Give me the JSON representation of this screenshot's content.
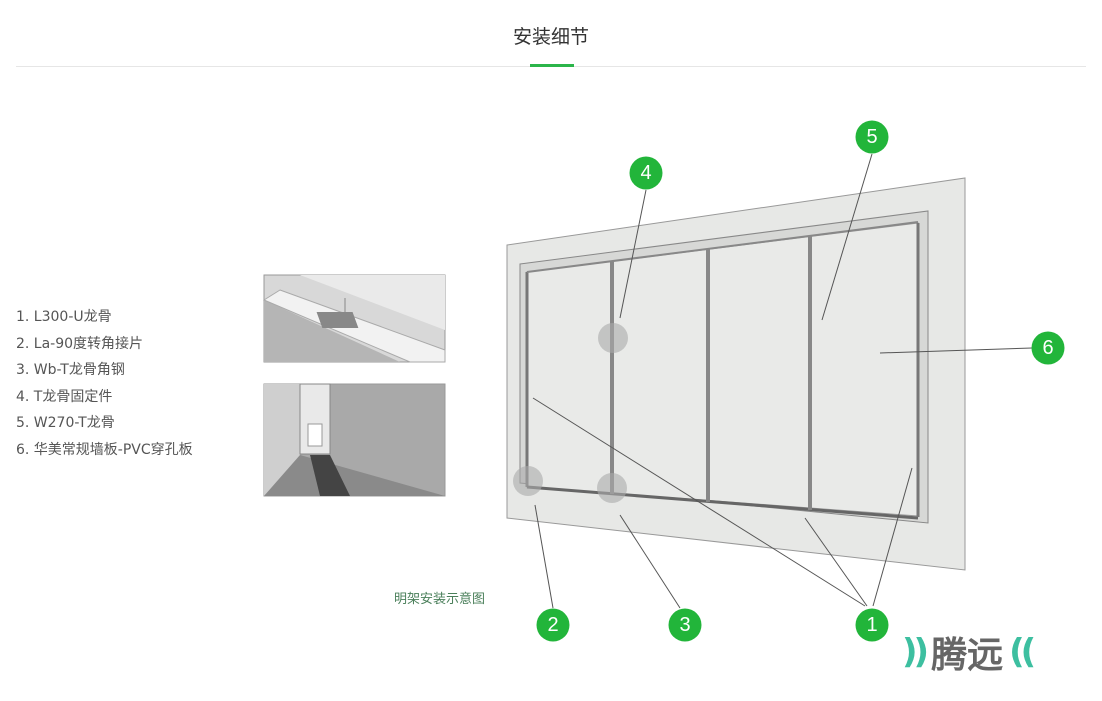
{
  "header": {
    "title": "安装细节"
  },
  "legend": {
    "items": [
      "1.  L300-U龙骨",
      "2.  La-90度转角接片",
      "3. Wb-T龙骨角钢",
      "4.  T龙骨固定件",
      "5. W270-T龙骨",
      "6. 华美常规墙板-PVC穿孔板"
    ]
  },
  "diagram": {
    "caption": "明架安装示意图",
    "markers": [
      "1",
      "2",
      "3",
      "4",
      "5",
      "6"
    ],
    "accent_color": "#22b53a"
  },
  "logo": {
    "text": "腾远",
    "left_mark": "))",
    "right_mark": "(("
  }
}
